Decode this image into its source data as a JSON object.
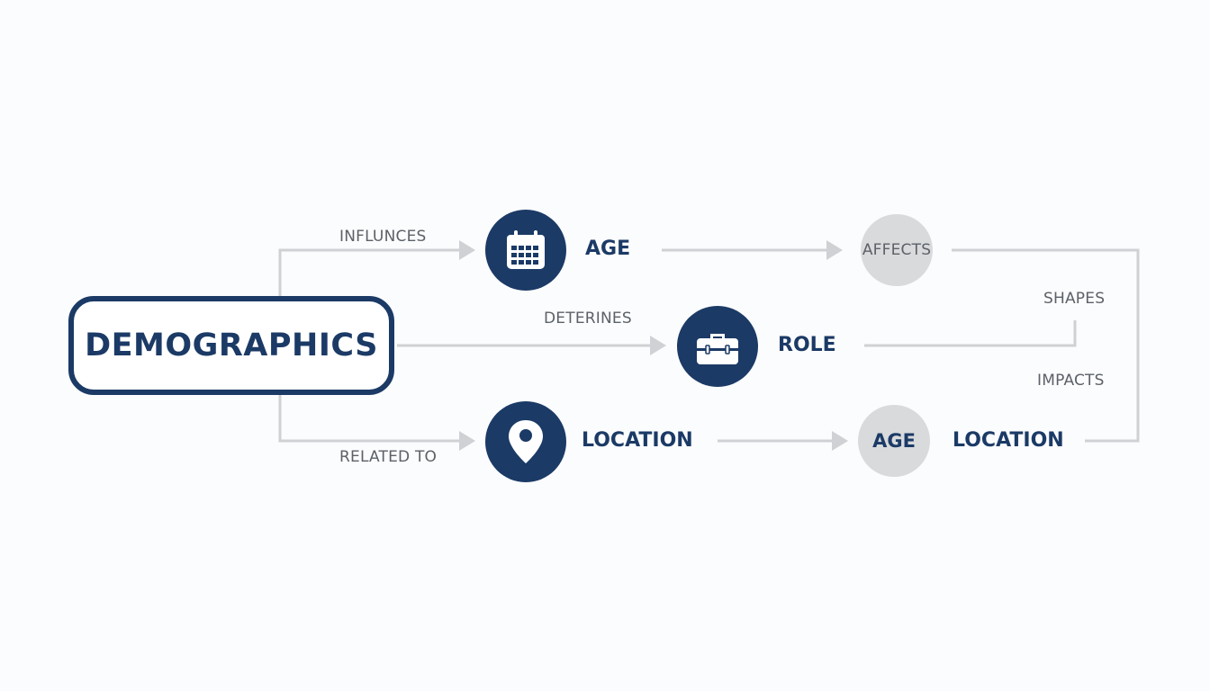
{
  "colors": {
    "primary": "#1b3a66",
    "connector": "#cfd1d4",
    "grey_node": "#d9dadc",
    "label": "#5c6168"
  },
  "nodes": {
    "main": "DEMOGRAPHICS",
    "age": {
      "label": "AGE",
      "icon": "calendar-icon"
    },
    "role": {
      "label": "ROLE",
      "icon": "briefcase-icon"
    },
    "location": {
      "label": "LOCATION",
      "icon": "location-pin-icon"
    },
    "affects": "AFFECTS",
    "age2": "AGE",
    "location2": "LOCATION"
  },
  "edges": {
    "influnces": "INFLUNCES",
    "deterines": "DETERINES",
    "related_to": "RELATED TO",
    "shapes": "SHAPES",
    "impacts": "IMPACTS"
  }
}
